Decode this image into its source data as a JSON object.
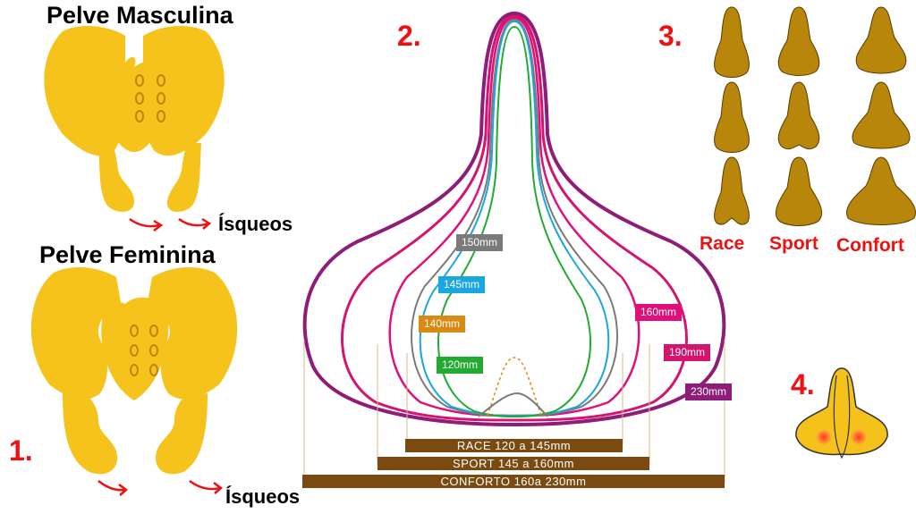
{
  "pelvis": {
    "male_title": "Pelve Masculina",
    "female_title": "Pelve Feminina",
    "ischium_label_top": "Ísqueos",
    "ischium_label_bottom": "Ísqueos",
    "bone_color": "#f6c21c"
  },
  "section_numbers": [
    "1.",
    "2.",
    "3.",
    "4."
  ],
  "widths": [
    {
      "label": "150mm",
      "color": "#7a7a7a"
    },
    {
      "label": "145mm",
      "color": "#1aa6e0"
    },
    {
      "label": "140mm",
      "color": "#d98a12"
    },
    {
      "label": "120mm",
      "color": "#22aa33"
    },
    {
      "label": "160mm",
      "color": "#e0107a"
    },
    {
      "label": "190mm",
      "color": "#d4156f"
    },
    {
      "label": "230mm",
      "color": "#8e1c78"
    }
  ],
  "ranges": [
    {
      "label": "RACE 120 a 145mm"
    },
    {
      "label": "SPORT 145 a 160mm"
    },
    {
      "label": "CONFORTO 160a 230mm"
    }
  ],
  "range_color": "#7a4a10",
  "saddle_types": [
    "Race",
    "Sport",
    "Confort"
  ],
  "saddle_color": "#b8860b",
  "pressure_saddle_color": "#f5c21c"
}
